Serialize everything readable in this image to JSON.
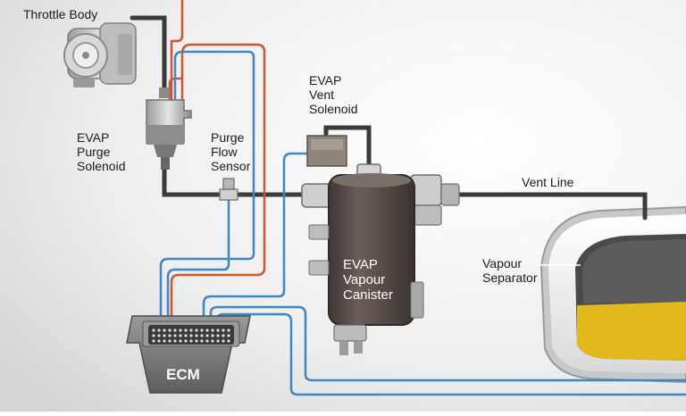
{
  "labels": {
    "throttle_body": "Throttle Body",
    "purge_solenoid": [
      "EVAP",
      "Purge",
      "Solenoid"
    ],
    "purge_flow_sensor": [
      "Purge",
      "Flow",
      "Sensor"
    ],
    "vent_solenoid": [
      "EVAP",
      "Vent",
      "Solenoid"
    ],
    "vent_line": "Vent Line",
    "vapour_separator": [
      "Vapour",
      "Separator"
    ],
    "canister": [
      "EVAP",
      "Vapour",
      "Canister"
    ],
    "ecm": "ECM"
  },
  "colors": {
    "hose": "#3a3a3a",
    "signal_wire": "#3c87c4",
    "power_wire": "#d0542e",
    "fuel": "#e2b81c",
    "canister_body": "#5a504a",
    "ecm_body": "#7c7c7c",
    "tank_shell": "#f2f2f2"
  }
}
